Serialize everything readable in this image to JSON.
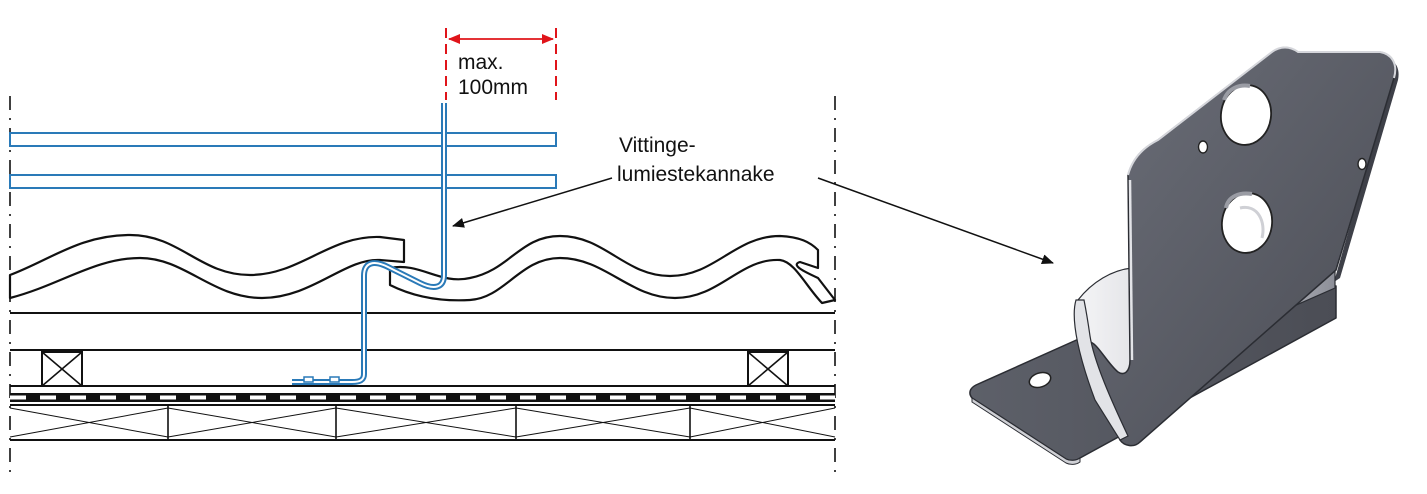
{
  "annotations": {
    "max_label": "max.",
    "distance_label": "100mm",
    "bracket_label_line1": "Vittinge-",
    "bracket_label_line2": "lumiestekannake"
  },
  "colors": {
    "snow_bar": "#2a7ab8",
    "dimension": "#e0141a",
    "line": "#111111",
    "bracket_metal": "#5a5d66"
  }
}
